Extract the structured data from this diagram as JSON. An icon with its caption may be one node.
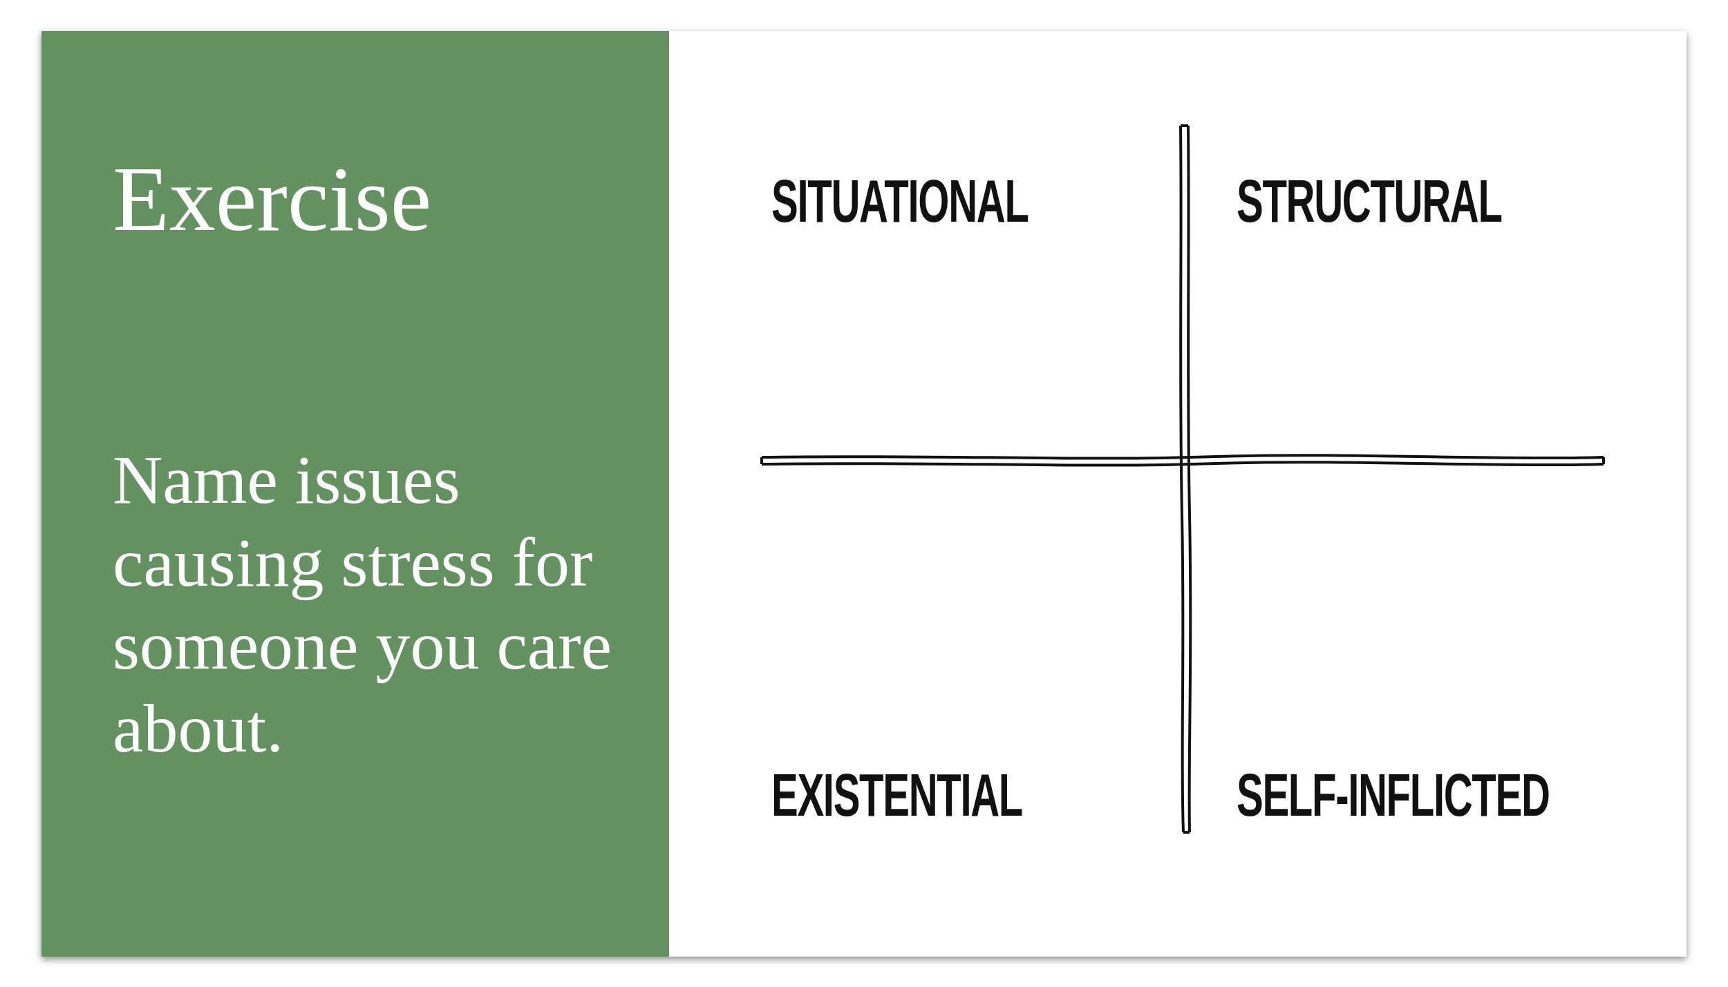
{
  "diagram": {
    "nodes": [
      {
        "text": [
          "Exercise",
          "Name issues causing stress for someone you care about."
        ]
      }
    ],
    "labels": [
      "SITUATIONAL",
      "STRUCTURAL",
      "EXISTENTIAL",
      "SELF-INFLICTED"
    ]
  }
}
